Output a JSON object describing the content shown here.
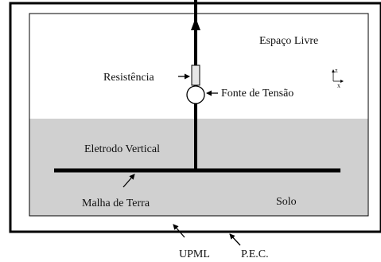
{
  "colors": {
    "soil": "#d0d0d0",
    "border": "#000000",
    "background": "#ffffff"
  },
  "labels": {
    "free_space": "Espaço Livre",
    "resistance": "Resistência",
    "voltage_source": "Fonte de Tensão",
    "vertical_electrode": "Eletrodo Vertical",
    "ground_grid": "Malha de Terra",
    "soil": "Solo",
    "upml": "UPML",
    "pec": "P.E.C."
  },
  "axes": {
    "z": "z",
    "x": "x"
  }
}
